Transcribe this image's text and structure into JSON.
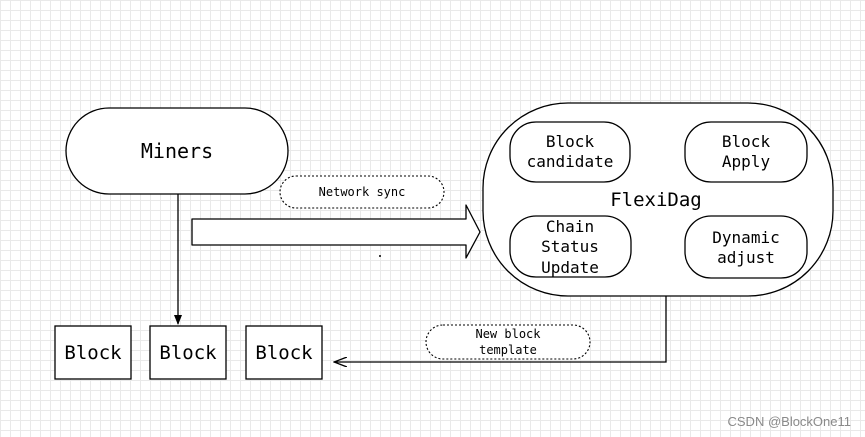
{
  "nodes": {
    "miners": "Miners",
    "flexidag": "FlexiDag",
    "block_candidate": [
      "Block",
      "candidate"
    ],
    "block_apply": [
      "Block",
      "Apply"
    ],
    "chain_status_update": [
      "Chain",
      "Status",
      "Update"
    ],
    "dynamic_adjust": [
      "Dynamic",
      "adjust"
    ],
    "blocks": [
      "Block",
      "Block",
      "Block"
    ]
  },
  "edge_labels": {
    "network_sync": "Network sync",
    "new_block_template": [
      "New block",
      "template"
    ]
  },
  "watermark": "CSDN @BlockOne11"
}
